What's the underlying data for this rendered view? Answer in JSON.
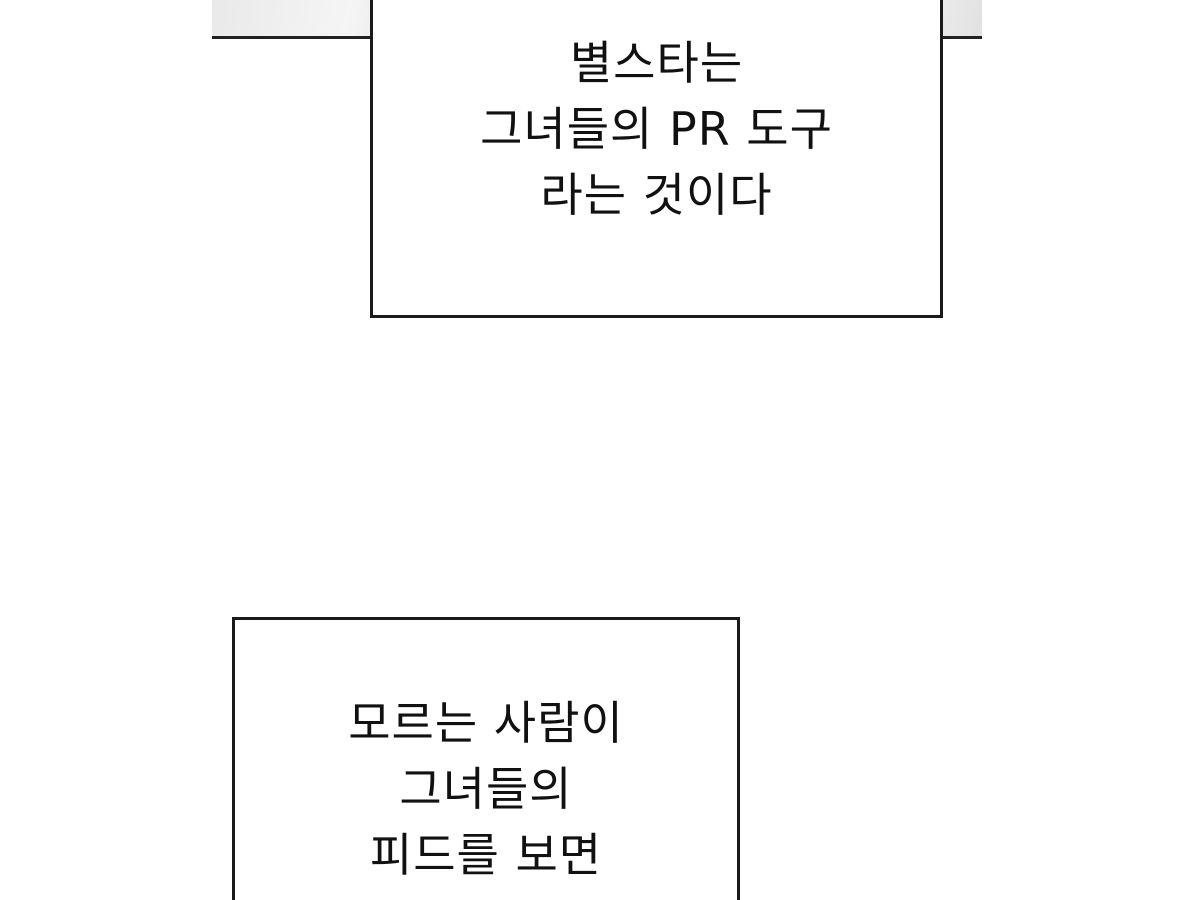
{
  "caption1": {
    "lines": [
      "별스타는",
      "그녀들의 PR 도구",
      "라는 것이다"
    ]
  },
  "caption2": {
    "lines": [
      "모르는 사람이",
      "그녀들의",
      "피드를 보면"
    ]
  }
}
